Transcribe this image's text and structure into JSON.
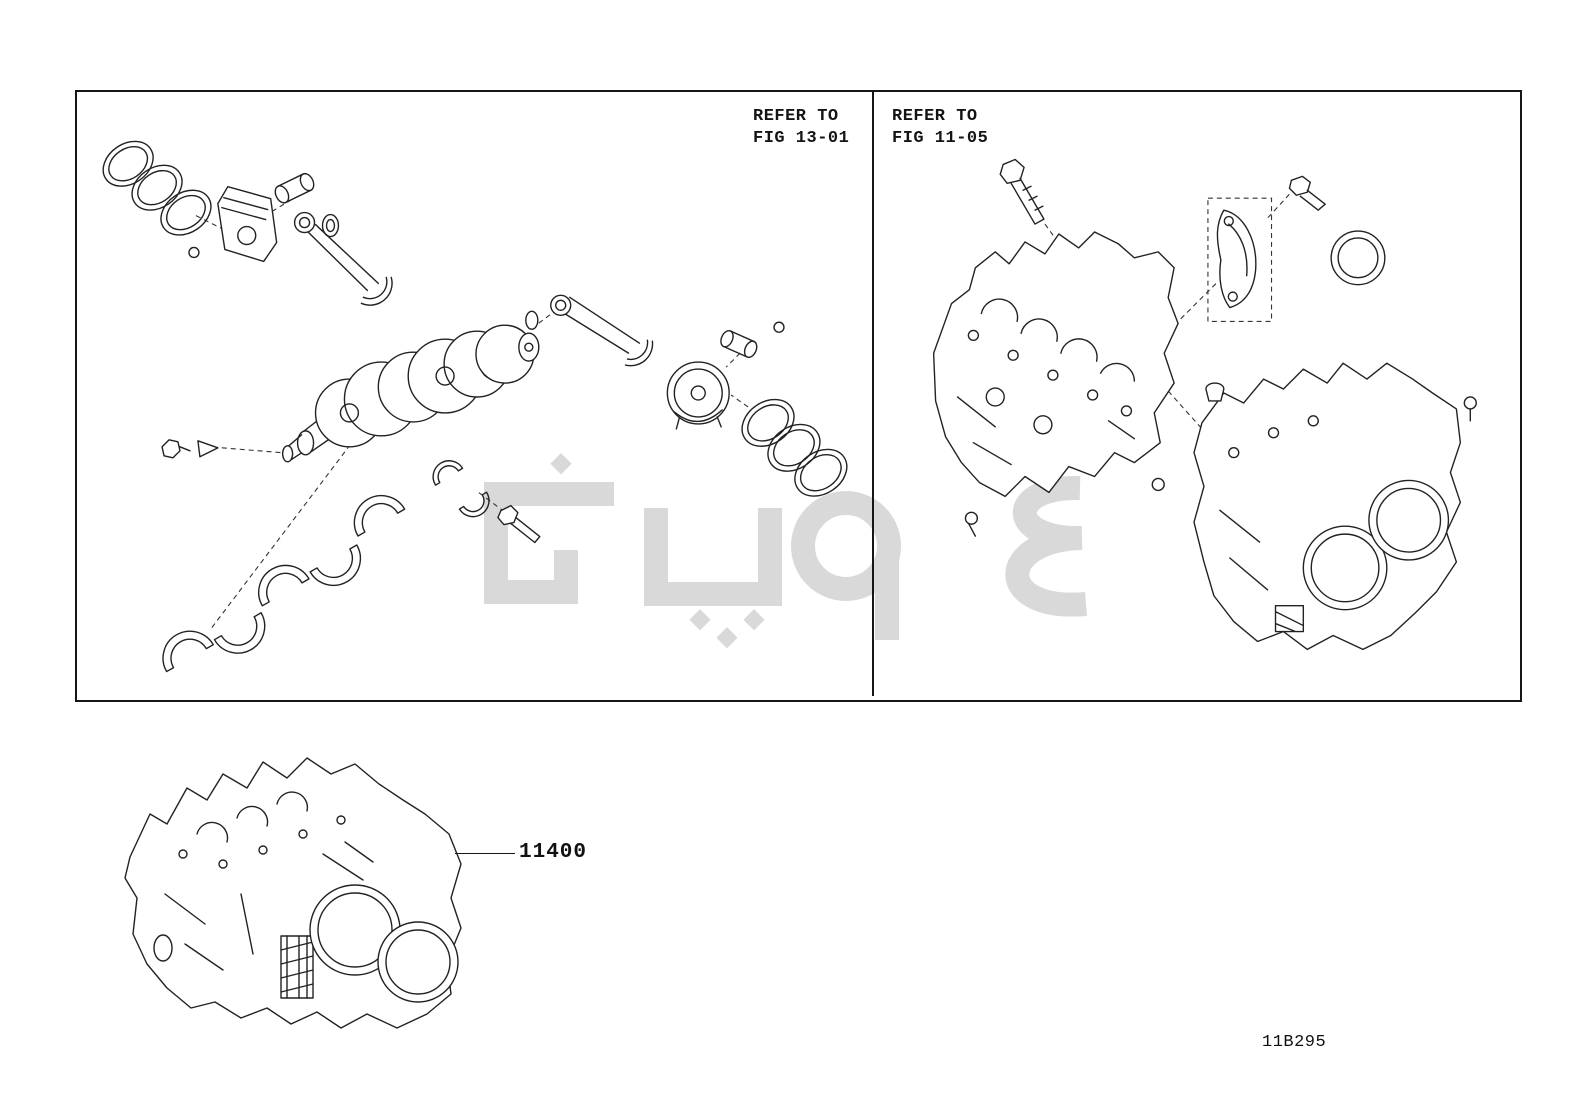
{
  "header_notes": {
    "left": {
      "line1": "REFER TO",
      "line2": "FIG 13-01"
    },
    "right": {
      "line1": "REFER TO",
      "line2": "FIG 11-05"
    }
  },
  "callout": {
    "part_number": "11400"
  },
  "footer": {
    "figure_code": "11B295"
  },
  "colors": {
    "line": "#222222",
    "border": "#161616",
    "watermark": "#d9d9d9",
    "background": "#ffffff"
  },
  "icons": {
    "watermark": "watermark-logo"
  }
}
